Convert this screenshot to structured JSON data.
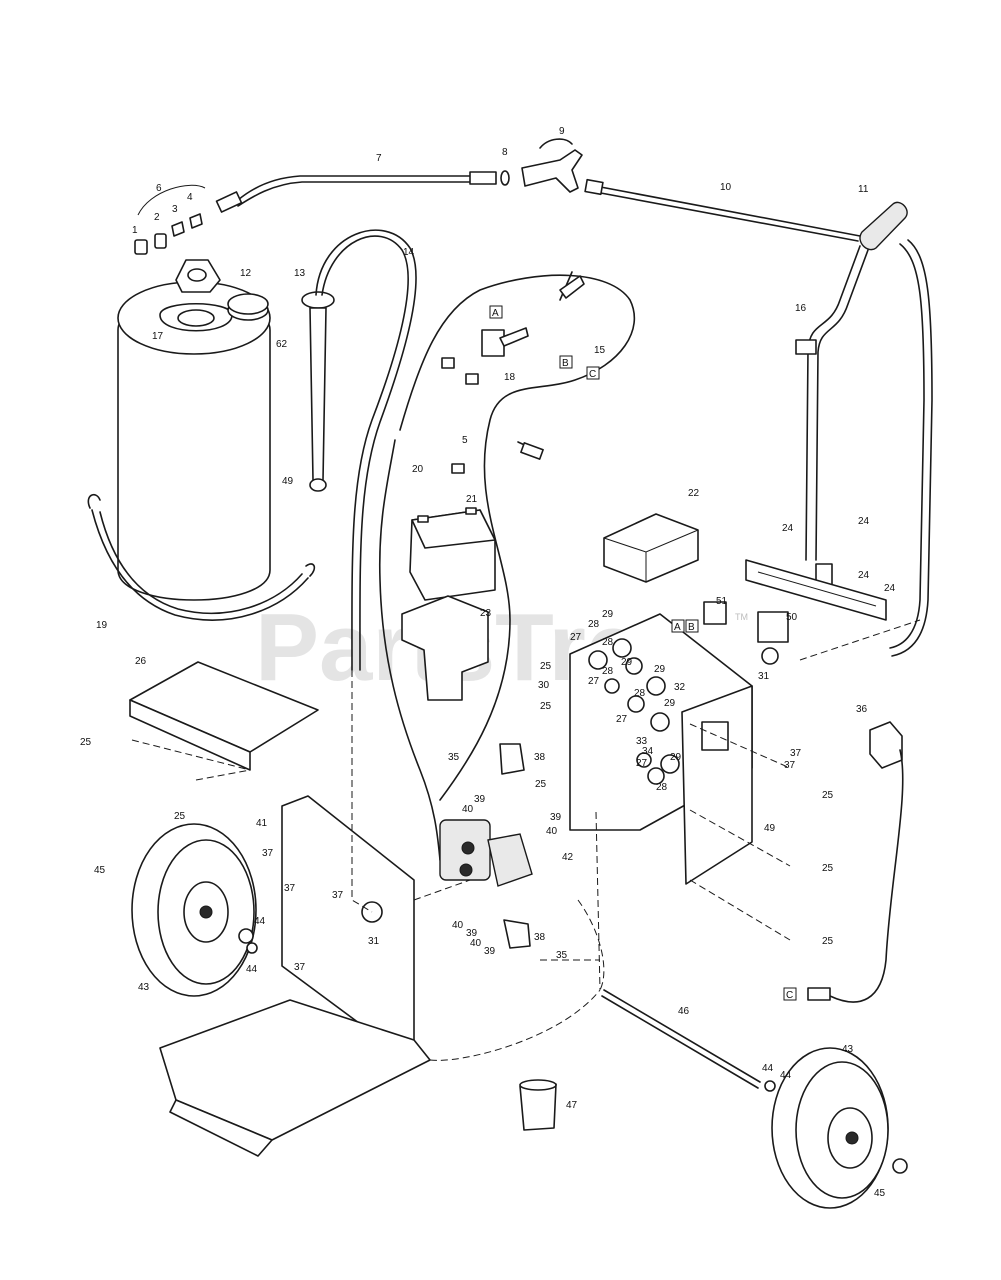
{
  "watermark": {
    "text": "PartsTree",
    "tm": "TM"
  },
  "boxed_callouts": [
    "A",
    "B",
    "C"
  ],
  "callouts": [
    "1",
    "2",
    "3",
    "4",
    "5",
    "6",
    "7",
    "8",
    "9",
    "10",
    "11",
    "12",
    "13",
    "14",
    "15",
    "16",
    "17",
    "18",
    "19",
    "20",
    "21",
    "22",
    "23",
    "24",
    "25",
    "26",
    "27",
    "28",
    "29",
    "30",
    "31",
    "32",
    "33",
    "34",
    "35",
    "36",
    "37",
    "38",
    "39",
    "40",
    "41",
    "42",
    "43",
    "44",
    "45",
    "46",
    "47",
    "49",
    "50",
    "51",
    "62"
  ]
}
